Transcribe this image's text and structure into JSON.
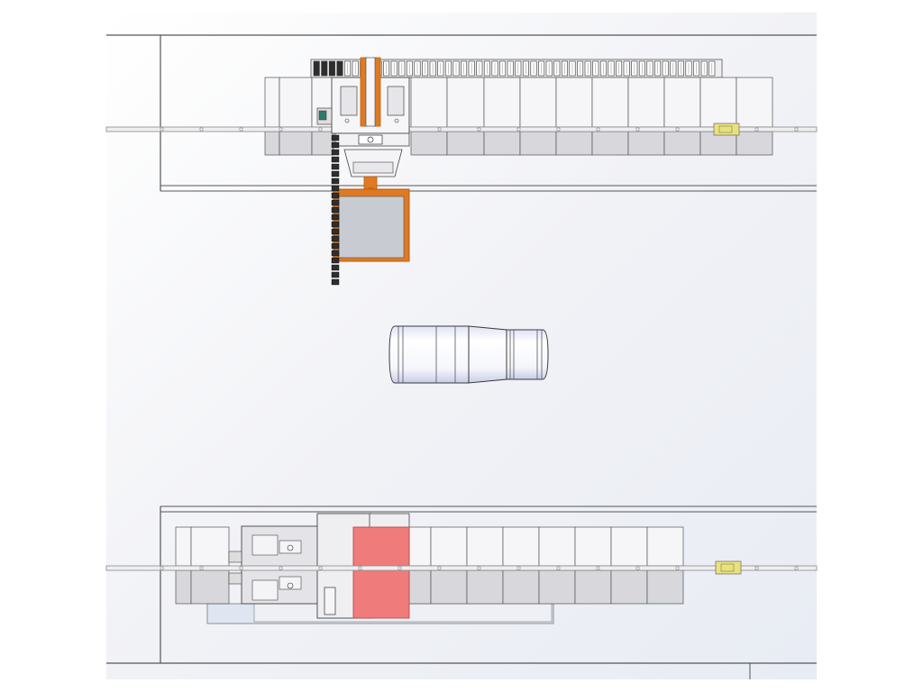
{
  "view": {
    "background_colors": {
      "light": "#ffffff",
      "mid": "#e6e8ee",
      "cool": "#dde3f0"
    }
  },
  "colors": {
    "frame_line": "#555555",
    "rail_line": "#8a8a8a",
    "rail_fill": "#efeff2",
    "panel_fill": "#f6f6f8",
    "panel_stroke": "#555555",
    "panel_lower_fill": "#d7d7dc",
    "chain_dark": "#2e2e2e",
    "chain_mid": "#9a9a9a",
    "orange": "#e07a22",
    "orange_dark": "#b85c10",
    "carriage_gray": "#c9cbd2",
    "pink": "#f07b7b",
    "yellow": "#e9e27a",
    "cylinder_fill": "#eef0fa",
    "cylinder_stroke": "#3a3a3a",
    "cylinder_band": "#555555",
    "machine_fill": "#e4e4e8",
    "base_fill": "#dfe6f2"
  },
  "components": {
    "top_conveyor": "top-gantry-conveyor",
    "bottom_conveyor": "bottom-gantry-conveyor",
    "workpiece": "cylindrical-workpiece"
  }
}
